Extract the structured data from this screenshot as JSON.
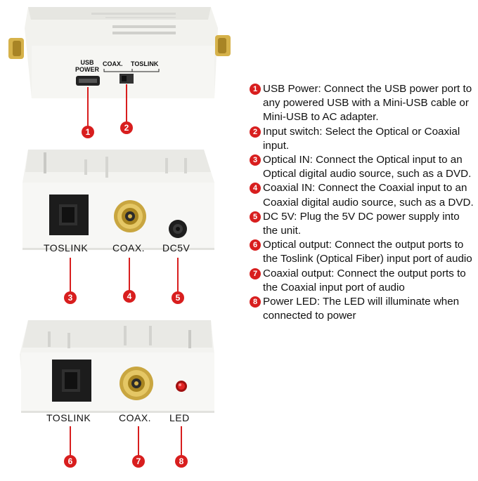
{
  "top_view": {
    "usb_label_line1": "USB",
    "usb_label_line2": "POWER",
    "coax_label": "COAX.",
    "toslink_label": "TOSLINK",
    "callouts": [
      "1",
      "2"
    ]
  },
  "input_view": {
    "labels": [
      "TOSLINK",
      "COAX.",
      "DC5V"
    ],
    "callouts": [
      "3",
      "4",
      "5"
    ]
  },
  "output_view": {
    "labels": [
      "TOSLINK",
      "COAX.",
      "LED"
    ],
    "callouts": [
      "6",
      "7",
      "8"
    ]
  },
  "descriptions": [
    {
      "num": "1",
      "text": "USB Power: Connect the USB power port to any powered USB with a Mini-USB cable or Mini-USB to AC adapter."
    },
    {
      "num": "2",
      "text": "Input switch: Select the Optical or Coaxial input."
    },
    {
      "num": "3",
      "text": "Optical IN: Connect the Optical input to an Optical digital audio source, such as a DVD."
    },
    {
      "num": "4",
      "text": "Coaxial IN: Connect the Coaxial input to an Coaxial digital audio source, such as a DVD."
    },
    {
      "num": "5",
      "text": "DC 5V: Plug the 5V DC power supply into the unit."
    },
    {
      "num": "6",
      "text": "Optical output: Connect the output ports to the Toslink (Optical Fiber) input port of audio"
    },
    {
      "num": "7",
      "text": "Coaxial output: Connect the output ports to the Coaxial input port of audio"
    },
    {
      "num": "8",
      "text": "Power LED: The LED will illuminate when connected to power"
    }
  ],
  "colors": {
    "callout": "#d81e1e",
    "body": "#f1f1ee",
    "gold": "#d6b24a"
  }
}
